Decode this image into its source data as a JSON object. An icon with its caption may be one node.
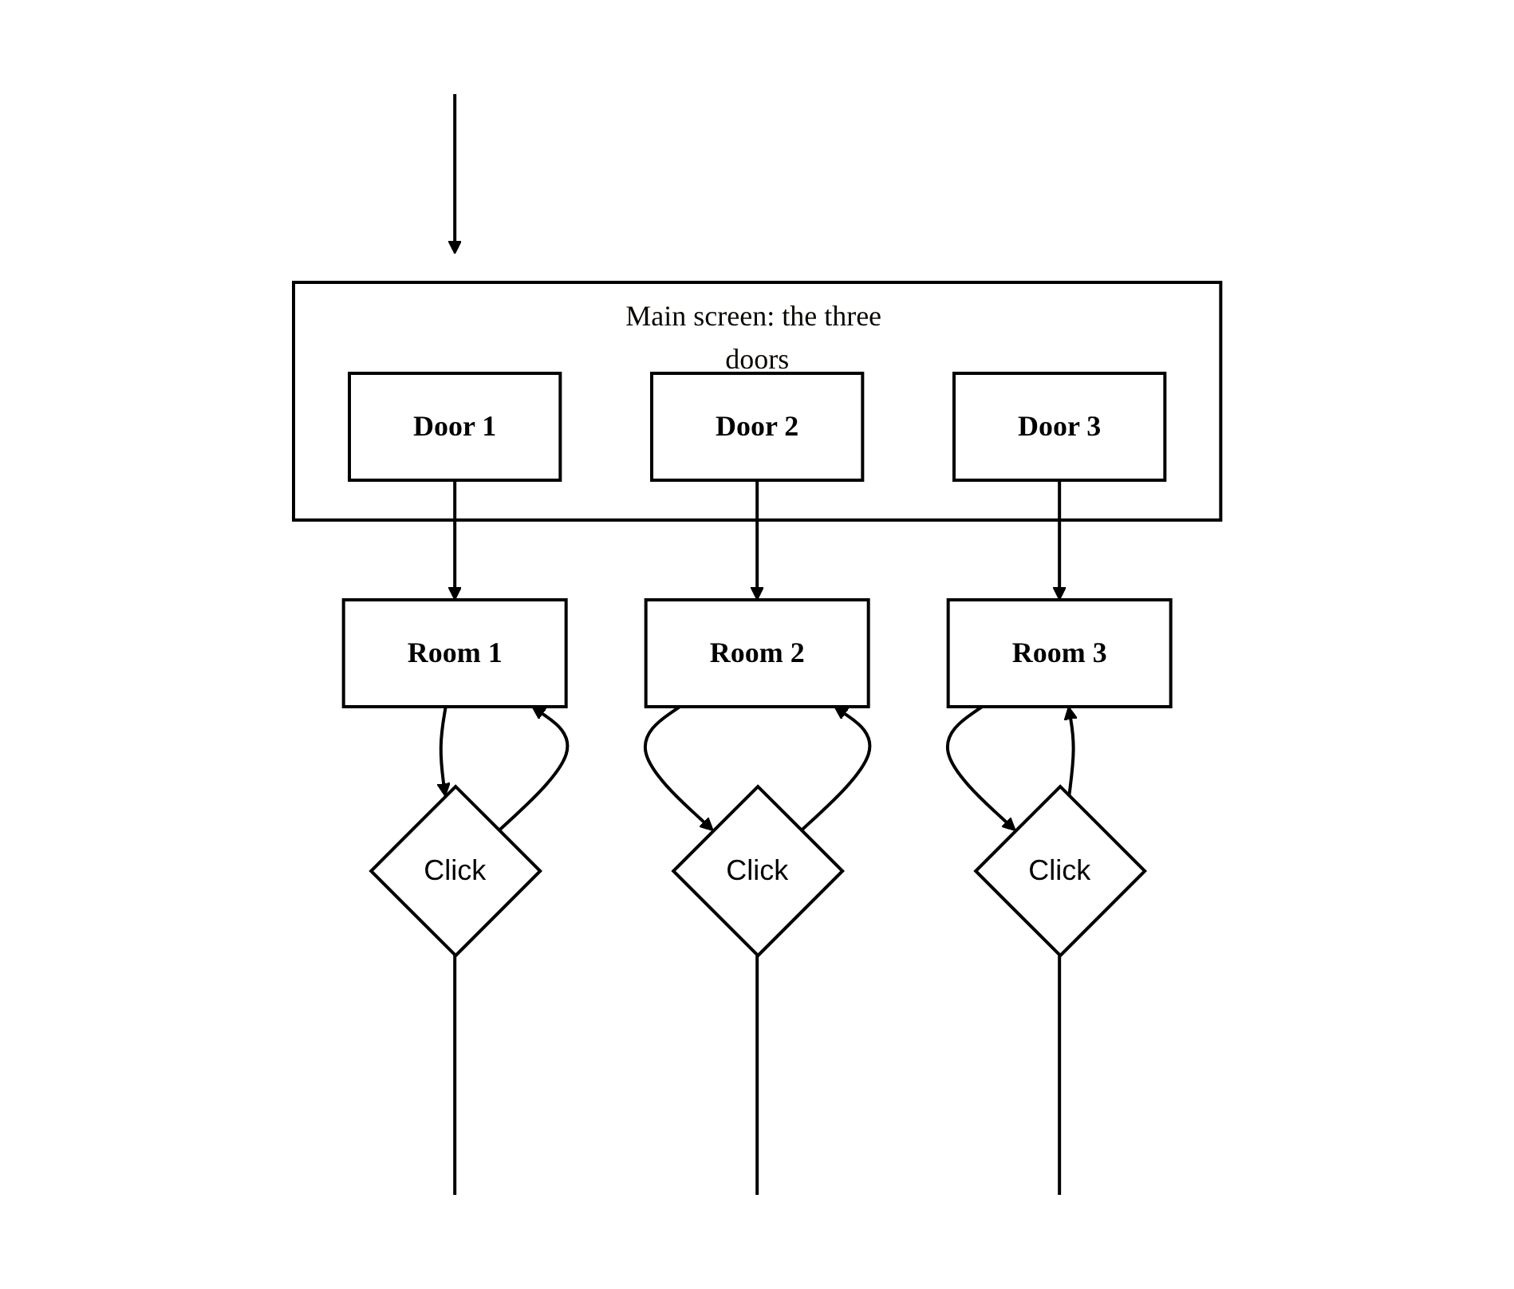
{
  "diagram": {
    "nodes": [
      {
        "text": [
          "Main screen: the three doors"
        ]
      },
      {
        "text": [
          "Door 1"
        ],
        "in": 0
      },
      {
        "text": [
          "Door 2"
        ],
        "in": 0
      },
      {
        "text": [
          "Door 3"
        ],
        "in": 0
      },
      {
        "text": [
          "Room 1"
        ]
      },
      {
        "text": [
          "Room 2"
        ]
      },
      {
        "text": [
          "Room 3"
        ]
      },
      {
        "text": [
          "Click"
        ]
      },
      {
        "text": [
          "Click"
        ]
      },
      {
        "text": [
          "Click"
        ]
      }
    ],
    "edges": [
      {
        "from": null,
        "to": 0,
        "arrow": "to"
      },
      {
        "from": 1,
        "to": 4,
        "arrow": "to"
      },
      {
        "from": 2,
        "to": 5,
        "arrow": "to"
      },
      {
        "from": 3,
        "to": 6,
        "arrow": "to"
      },
      {
        "from": 4,
        "to": 7,
        "arrow": "to"
      },
      {
        "from": 5,
        "to": 8,
        "arrow": "to"
      },
      {
        "from": 6,
        "to": 9,
        "arrow": "to"
      },
      {
        "from": 7,
        "to": 4,
        "arrow": "to"
      },
      {
        "from": 8,
        "to": 5,
        "arrow": "to"
      },
      {
        "from": 9,
        "to": 6,
        "arrow": "to"
      },
      {
        "from": 7,
        "to": null,
        "arrow": "none"
      },
      {
        "from": 8,
        "to": null,
        "arrow": "none"
      },
      {
        "from": 9,
        "to": null,
        "arrow": "none"
      }
    ]
  }
}
